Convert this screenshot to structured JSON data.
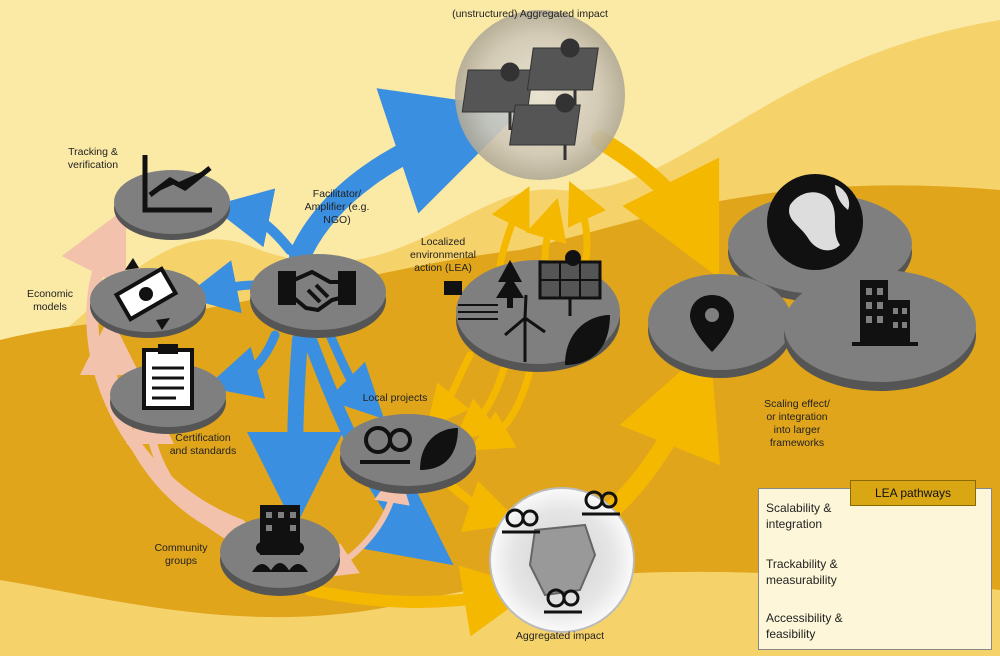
{
  "labels": {
    "aggregated_top": "(unstructured) Aggregated impact",
    "aggregated_bottom": "Aggregated impact",
    "tracking": "Tracking &\nverification",
    "economic": "Economic\nmodels",
    "certification": "Certification\nand standards",
    "facilitator": "Facilitator/\nAmplifier (e.g.\nNGO)",
    "lea": "Localized\nenvironmental\naction (LEA)",
    "local_projects": "Local projects",
    "community": "Community\ngroups",
    "scaling": "Scaling effect/\nor integration\ninto larger\nframeworks"
  },
  "legend": {
    "title": "LEA pathways",
    "items": [
      {
        "label": "Scalability &\nintegration",
        "color": "#f5b800"
      },
      {
        "label": "Trackability &\nmeasurability",
        "color": "#3b8fe0"
      },
      {
        "label": "Accessibility &\nfeasibility",
        "color": "#f2c2ad"
      }
    ]
  },
  "colors": {
    "bg_light": "#fbe9a6",
    "band_mid": "#f6d26a",
    "band_dark": "#e0a51a",
    "node_gray": "#7f7f7f",
    "blue_arrow": "#3b8fe0",
    "yellow_arrow": "#f5b800",
    "pink_arrow": "#f2c2ad"
  }
}
